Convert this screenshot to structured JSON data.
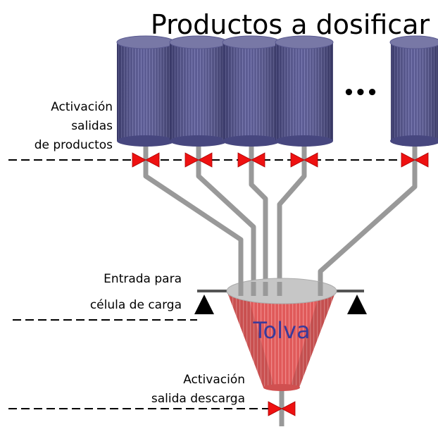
{
  "title": "Productos a dosificar",
  "labels": {
    "product_outputs": [
      "Activación",
      "salidas",
      "de productos"
    ],
    "load_cell": [
      "Entrada para",
      "célula de carga"
    ],
    "discharge": [
      "Activación",
      "salida descarga"
    ]
  },
  "hopper_label": "Tolva",
  "ellipsis": "•••",
  "colors": {
    "silo": "#4f4f8f",
    "silo_top": "#7a7aa8",
    "pipe": "#9a9a9a",
    "valve": "#ee1111",
    "hopper": "#e06060",
    "hopper_top": "#c8c8c8",
    "hopper_text": "#3a3a9a",
    "support": "#000000"
  }
}
